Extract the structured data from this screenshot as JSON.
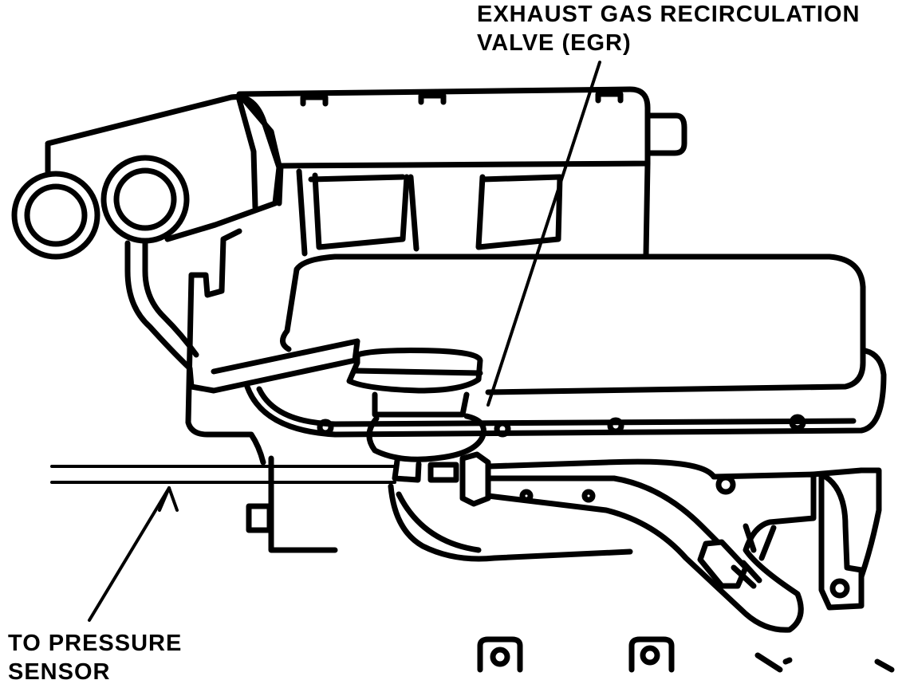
{
  "callouts": {
    "egr_valve": {
      "line1": "EXHAUST GAS RECIRCULATION",
      "line2": "VALVE (EGR)"
    },
    "pressure_sensor": {
      "line1": "TO PRESSURE",
      "line2": "SENSOR"
    }
  },
  "colors": {
    "ink": "#000000",
    "paper": "#ffffff"
  }
}
